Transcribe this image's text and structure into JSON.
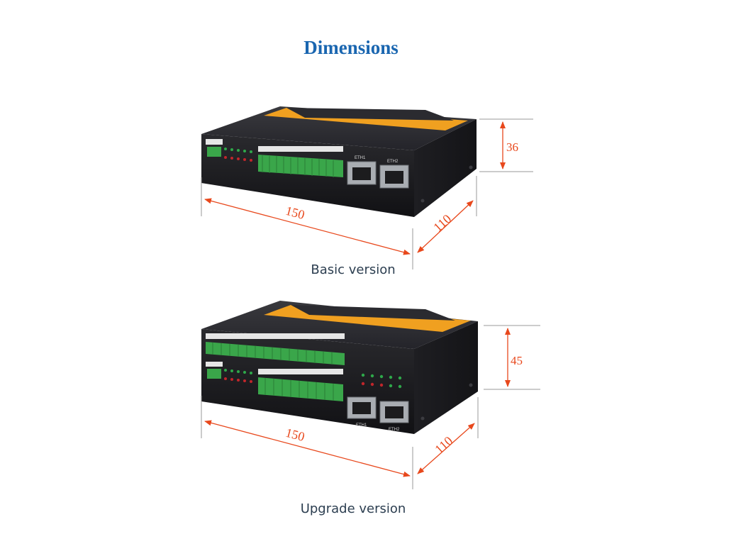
{
  "title": "Dimensions",
  "basic": {
    "caption": "Basic version",
    "length": "150",
    "depth": "110",
    "height": "36"
  },
  "upgrade": {
    "caption": "Upgrade version",
    "length": "150",
    "depth": "110",
    "height": "45"
  },
  "ports": {
    "eth1": "ETH1",
    "eth2": "ETH2"
  },
  "colors": {
    "title": "#1a66b0",
    "dimension": "#e8481c",
    "caption": "#2c3e50",
    "terminal": "#3aa64a",
    "label_strip": "#f0a020",
    "chassis": "#1c1c1e"
  }
}
